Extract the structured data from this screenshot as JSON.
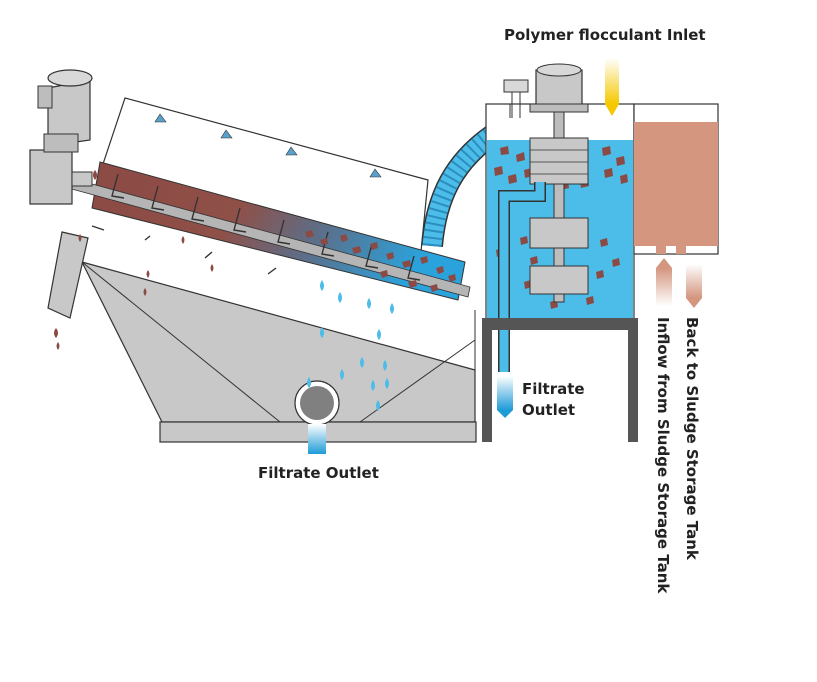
{
  "labels": {
    "polymer_inlet": "Polymer flocculant Inlet",
    "filtrate_outlet_main": "Filtrate Outlet",
    "filtrate_outlet_tank_line1": "Filtrate",
    "filtrate_outlet_tank_line2": "Outlet",
    "inflow_from_storage": "Inflow from Sludge Storage Tank",
    "back_to_storage": "Back to Sludge Storage Tank"
  },
  "colors": {
    "sludge": "#8b4a44",
    "water": "#4bbde8",
    "machine_gray": "#c8c8c8",
    "frame_dark": "#555555",
    "storage_tank": "#d4967f",
    "polymer_arrow": "#f5c800"
  }
}
